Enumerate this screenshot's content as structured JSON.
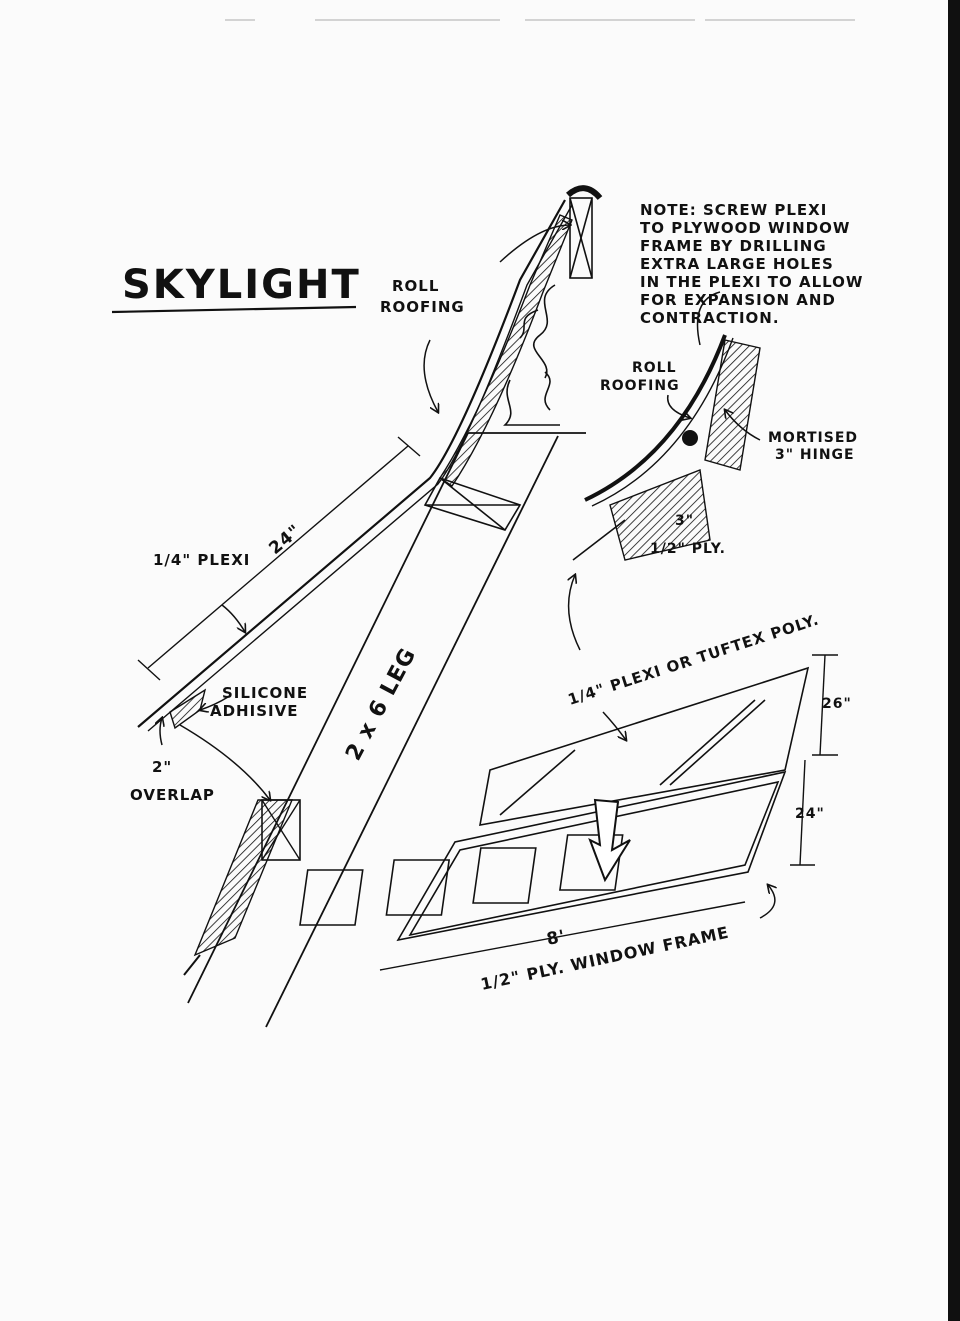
{
  "title": "SKYLIGHT",
  "note": {
    "lines": [
      "NOTE:  SCREW PLEXI",
      "TO PLYWOOD WINDOW",
      "FRAME BY DRILLING",
      "EXTRA LARGE HOLES",
      "IN THE PLEXI TO ALLOW",
      "FOR EXPANSION AND",
      "CONTRACTION."
    ]
  },
  "labels": {
    "roll_roofing_main": [
      "ROLL",
      "ROOFING"
    ],
    "roll_roofing_detail": [
      "ROLL",
      "ROOFING"
    ],
    "mortised_hinge": [
      "MORTISED",
      "3\" HINGE"
    ],
    "plexi_quarter": "1/4\" PLEXI",
    "dim_24_slope": "24\"",
    "silicone": [
      "SILICONE",
      "ADHISIVE"
    ],
    "overlap": [
      "2\"",
      "OVERLAP"
    ],
    "leg": "2 x 6 LEG",
    "dim_3": "3\"",
    "ply_half": "1/2\" PLY.",
    "plexi_or_tuftex": "1/4\" PLEXI OR TUFTEX POLY.",
    "dim_26": "26\"",
    "dim_24_frame": "24\"",
    "dim_8": "8'",
    "window_frame": "1/2\" PLY. WINDOW FRAME"
  },
  "colors": {
    "ink": "#111111",
    "paper": "#fbfbfb",
    "scan_edge": "#101010"
  }
}
